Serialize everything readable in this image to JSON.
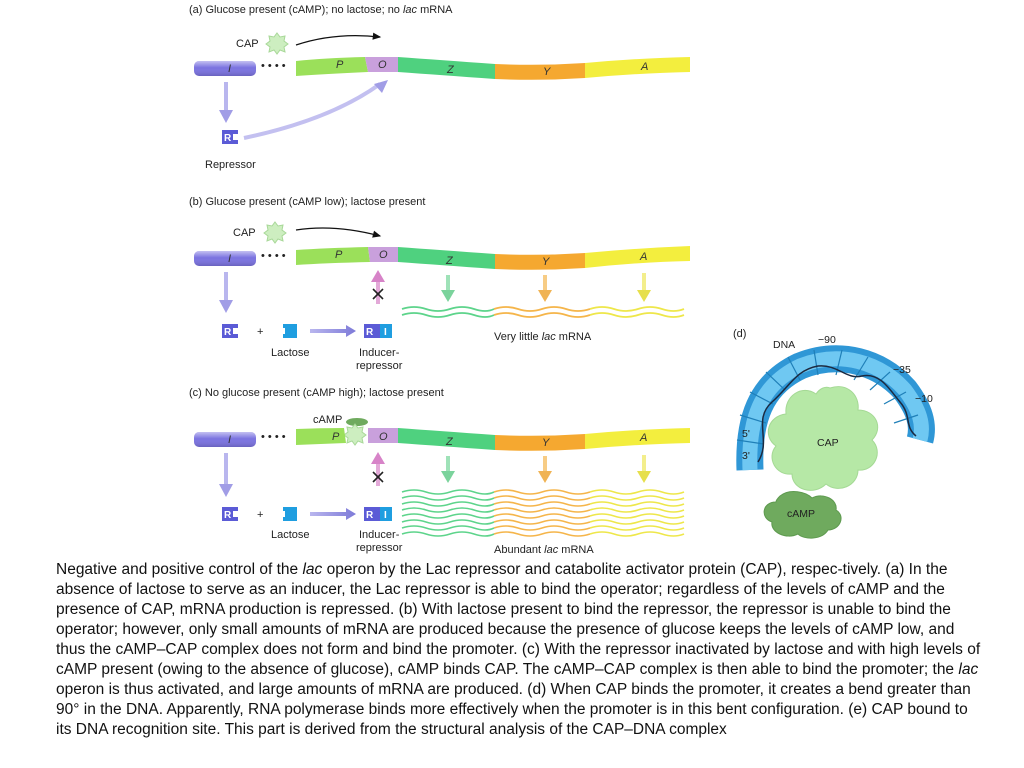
{
  "panel_a": {
    "title": "(a) Glucose present (cAMP); no lactose; no ",
    "title_italic": "lac",
    "title_end": " mRNA",
    "cap_label": "CAP",
    "repressor_label": "Repressor"
  },
  "panel_b": {
    "title": "(b) Glucose present (cAMP low); lactose present",
    "cap_label": "CAP",
    "lactose_label": "Lactose",
    "inducer_label_1": "Inducer-",
    "inducer_label_2": "repressor",
    "mrna_label": "Very little ",
    "mrna_italic": "lac",
    "mrna_end": " mRNA"
  },
  "panel_c": {
    "title": "(c) No glucose present (cAMP high); lactose present",
    "camp_label": "cAMP",
    "lactose_label": "Lactose",
    "inducer_label_1": "Inducer-",
    "inducer_label_2": "repressor",
    "mrna_label": "Abundant ",
    "mrna_italic": "lac",
    "mrna_end": " mRNA"
  },
  "panel_d": {
    "title": "(d)",
    "dna_label": "DNA",
    "pos_90": "−90",
    "pos_35": "−35",
    "pos_10": "−10",
    "five_prime": "5'",
    "three_prime": "3'",
    "cap_label": "CAP",
    "camp_label": "cAMP"
  },
  "genes": {
    "i": "I",
    "p": "P",
    "o": "O",
    "z": "Z",
    "y": "Y",
    "a": "A"
  },
  "symbols": {
    "plus": "+",
    "r": "R",
    "inducer_i": "I"
  },
  "caption": {
    "part1": "Negative and positive control of the ",
    "italic1": "lac",
    "part2": " operon by the Lac repressor and catabolite activator protein (CAP), respec-tively. (a) In the absence of lactose to serve as an inducer, the Lac repressor is able to bind the operator; regardless of the levels of cAMP and the presence of CAP, mRNA production is repressed. (b) With lactose present to bind the repressor, the repressor is unable to bind the operator; however, only small amounts of mRNA are produced because the presence of glucose keeps the levels of cAMP low, and thus the cAMP–CAP complex does not form and bind the promoter. (c) With the repressor inactivated by lactose and with high levels of cAMP present (owing to the absence of glucose), cAMP binds CAP. The cAMP–CAP complex is then able to bind the promoter; the ",
    "italic2": "lac",
    "part3": " operon is thus activated, and large amounts of mRNA are produced. (d) When CAP binds the promoter, it creates a bend greater than 90° in the DNA. Apparently, RNA polymerase binds more effectively when the promoter is in this bent configuration. (e) CAP bound to its DNA recognition site. This part is derived from the structural analysis of the CAP–DNA complex"
  },
  "colors": {
    "i_gene": "#7b73e0",
    "promoter": "#9be05a",
    "operator": "#c9a0dc",
    "z_gene": "#4fd17f",
    "y_gene": "#f5a830",
    "a_gene": "#f3ee3e",
    "repressor": "#5b5bd6",
    "inducer": "#1f9ee0",
    "dna_tube": "#33a6e0",
    "cap_protein": "#b6e8a6",
    "camp": "#6faa5e"
  }
}
